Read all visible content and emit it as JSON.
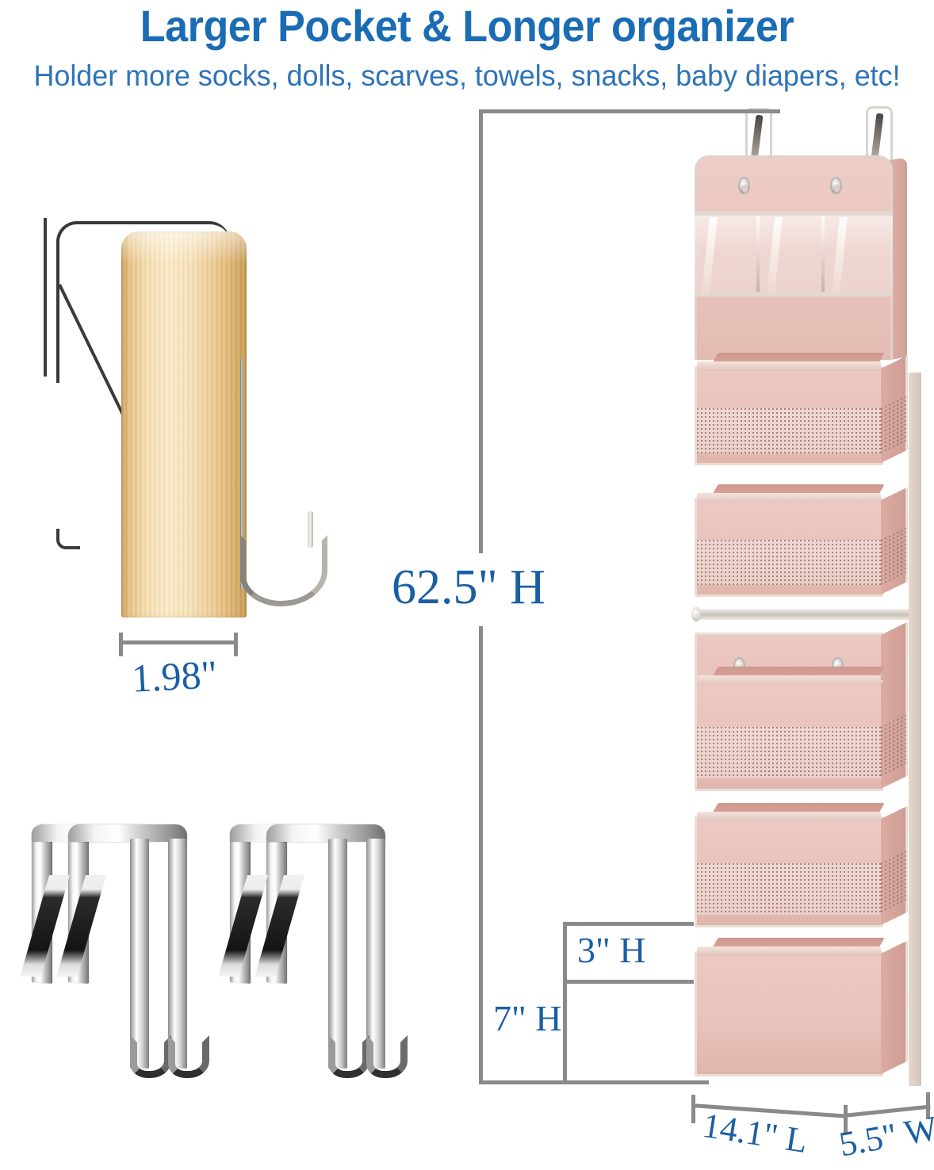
{
  "header": {
    "title": "Larger Pocket & Longer organizer",
    "subtitle": "Holder more socks, dolls, scarves, towels, snacks, baby diapers, etc!",
    "title_color": "#1a6cb5",
    "subtitle_color": "#2e73b8"
  },
  "dimensions": {
    "overall_height": "62.5\" H",
    "hook_width": "1.98\"",
    "pocket_height_small": "3\" H",
    "pocket_height_large": "7\" H",
    "organizer_length": "14.1\" L",
    "organizer_width": "5.5\" W",
    "line_color": "#8a8a8a",
    "text_color": "#1b5fa3"
  },
  "products": {
    "wood_hook": {
      "name": "bamboo over-door hook",
      "body_color": "#f2d9a9",
      "wire_color": "#3c3a38"
    },
    "metal_hooks": {
      "name": "stainless steel over-door S hooks",
      "count": 2,
      "color": "#d2d2d2"
    },
    "organizer": {
      "name": "over the door hanging organizer",
      "fabric_color": "#e9c4bc",
      "trim_color": "#e8ded5",
      "pockets": [
        {
          "id": "clear-pocket-row",
          "type": "clear-mesh-row",
          "height_label": ""
        },
        {
          "id": "pocket-1",
          "type": "mesh",
          "height_label": "3\" H"
        },
        {
          "id": "pocket-2",
          "type": "mesh",
          "height_label": "3\" H"
        },
        {
          "id": "pocket-3",
          "type": "mesh",
          "height_label": "3\" H"
        },
        {
          "id": "pocket-4",
          "type": "mesh",
          "height_label": "3\" H"
        },
        {
          "id": "pocket-5",
          "type": "plain",
          "height_label": "7\" H"
        }
      ],
      "grommet_count": 4,
      "hanger_count": 2
    }
  }
}
